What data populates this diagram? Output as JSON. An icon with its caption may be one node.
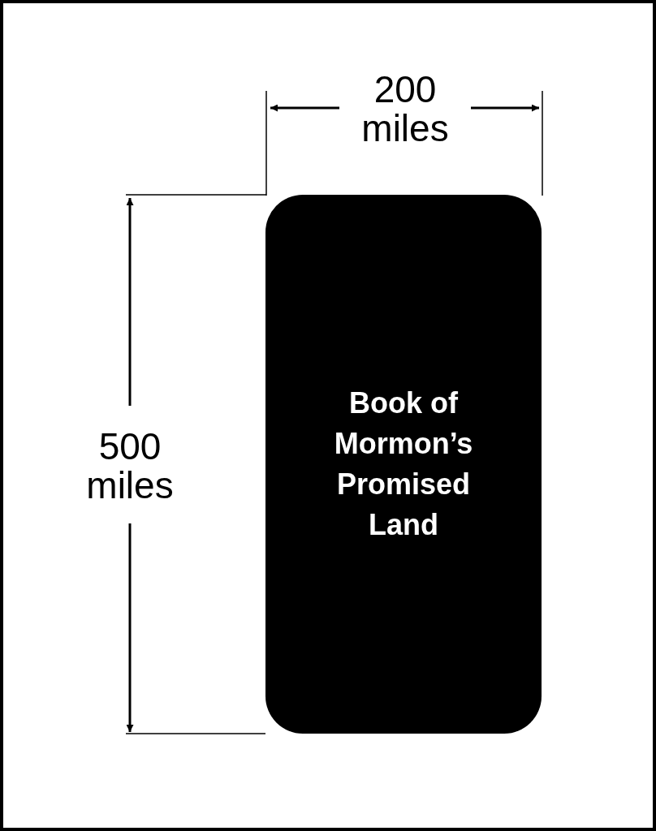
{
  "diagram": {
    "nodes": [
      {
        "text": [
          "Book of Mormon’s Promised Land"
        ]
      }
    ],
    "labels": [
      "200 miles",
      "500 miles"
    ]
  }
}
